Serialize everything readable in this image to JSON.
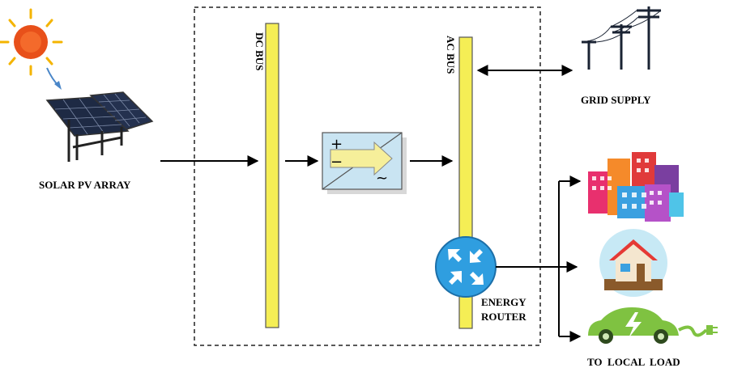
{
  "labels": {
    "solar": "SOLAR PV ARRAY",
    "dc_bus": "DC BUS",
    "ac_bus": "AC BUS",
    "grid": "GRID SUPPLY",
    "router_line1": "ENERGY",
    "router_line2": "ROUTER",
    "local_load": "TO  LOCAL  LOAD"
  },
  "inverter": {
    "plus": "+",
    "minus": "−",
    "ac": "~"
  },
  "colors": {
    "bus_fill": "#f5ee55",
    "bus_stroke": "#555555",
    "inverter_fill": "#c9e4f2",
    "inverter_arrow": "#f6ef9a",
    "router_fill": "#2f9ee0",
    "sun": "#e8501a",
    "sun_rays": "#f4b400",
    "car": "#7fc241"
  }
}
